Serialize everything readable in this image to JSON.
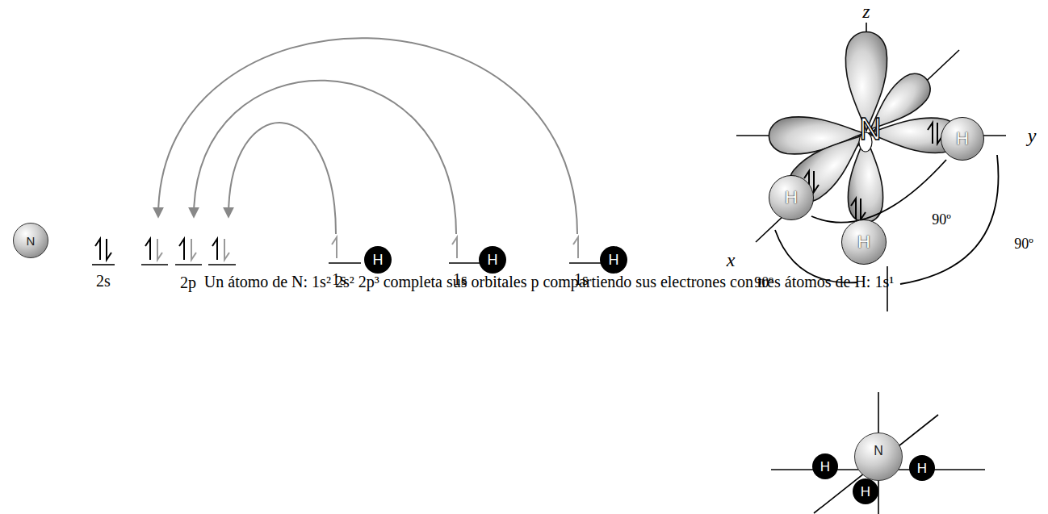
{
  "diagram": {
    "caption": "Un átomo de N: 1s² 2s² 2p³ completa sus orbitales p compartiendo sus electrones con tres átomos de H: 1s¹",
    "nodes": [
      {
        "text": [
          "N"
        ]
      },
      {
        "text": [
          "H"
        ]
      },
      {
        "text": [
          "H"
        ]
      },
      {
        "text": [
          "H"
        ]
      },
      {
        "text": [
          "H"
        ]
      },
      {
        "text": [
          "H"
        ]
      },
      {
        "text": [
          "H"
        ]
      },
      {
        "text": [
          "N"
        ]
      },
      {
        "text": [
          "H"
        ]
      },
      {
        "text": [
          "H"
        ]
      },
      {
        "text": [
          "H"
        ]
      }
    ],
    "labels": [
      "2s",
      "2p",
      "1s",
      "1s",
      "1s",
      "z",
      "y",
      "x",
      "N",
      "90º",
      "90º",
      "90º"
    ]
  }
}
